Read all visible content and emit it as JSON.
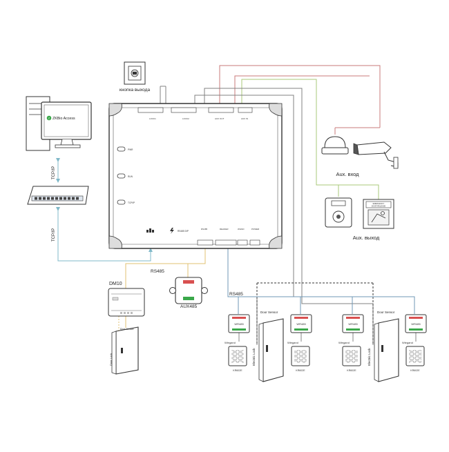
{
  "computer": {
    "brand": "ZKBio Access"
  },
  "labels": {
    "tcpip_top": "TCP/IP",
    "tcpip_bottom": "TCP/IP",
    "exit_button": "кнопка выхода",
    "aux_in": "Aux. вход",
    "aux_out": "Aux. выход",
    "rs485_left": "RS485",
    "rs485_right": "RS485",
    "dm10": "DM10",
    "aux485": "AUX485",
    "door_sensor_1": "Door Sensor",
    "door_sensor_2": "Door Sensor",
    "electric_lock_1": "Electric Lock",
    "electric_lock_2": "Electric Lock",
    "door_lock_dm10": "Door Lock",
    "door_sensor_dm10": "Door Sensor"
  },
  "panel": {
    "leds": [
      "PWR",
      "RUN",
      "TCP/IP"
    ],
    "top_groups": [
      "LOCK1",
      "LOCK2",
      "AUX OUT",
      "AUX IN"
    ],
    "bottom_groups": [
      "RS485",
      "READER",
      "WGND",
      "POWER"
    ],
    "rs485_dip": "RS485 DIP"
  },
  "readers": [
    {
      "converter": "WR485",
      "wiegand": "Wiegand",
      "keypad": "KR602E"
    },
    {
      "converter": "WR485",
      "wiegand": "Wiegand",
      "keypad": "KR602E"
    },
    {
      "converter": "WR485",
      "wiegand": "Wiegand",
      "keypad": "KR602E"
    },
    {
      "converter": "WR485",
      "wiegand": "Wiegand",
      "keypad": "KR602E"
    }
  ],
  "sign": {
    "line1": "EMERGENCY",
    "line2": "DOOR RELEASE"
  },
  "colors": {
    "tcp": "#7fb8c8",
    "rs485": "#e0c070",
    "red_wire": "#c87878",
    "green_wire": "#a8c87a",
    "gray_wire": "#808080",
    "blue_wire": "#6f97b5",
    "outline": "#333333"
  }
}
